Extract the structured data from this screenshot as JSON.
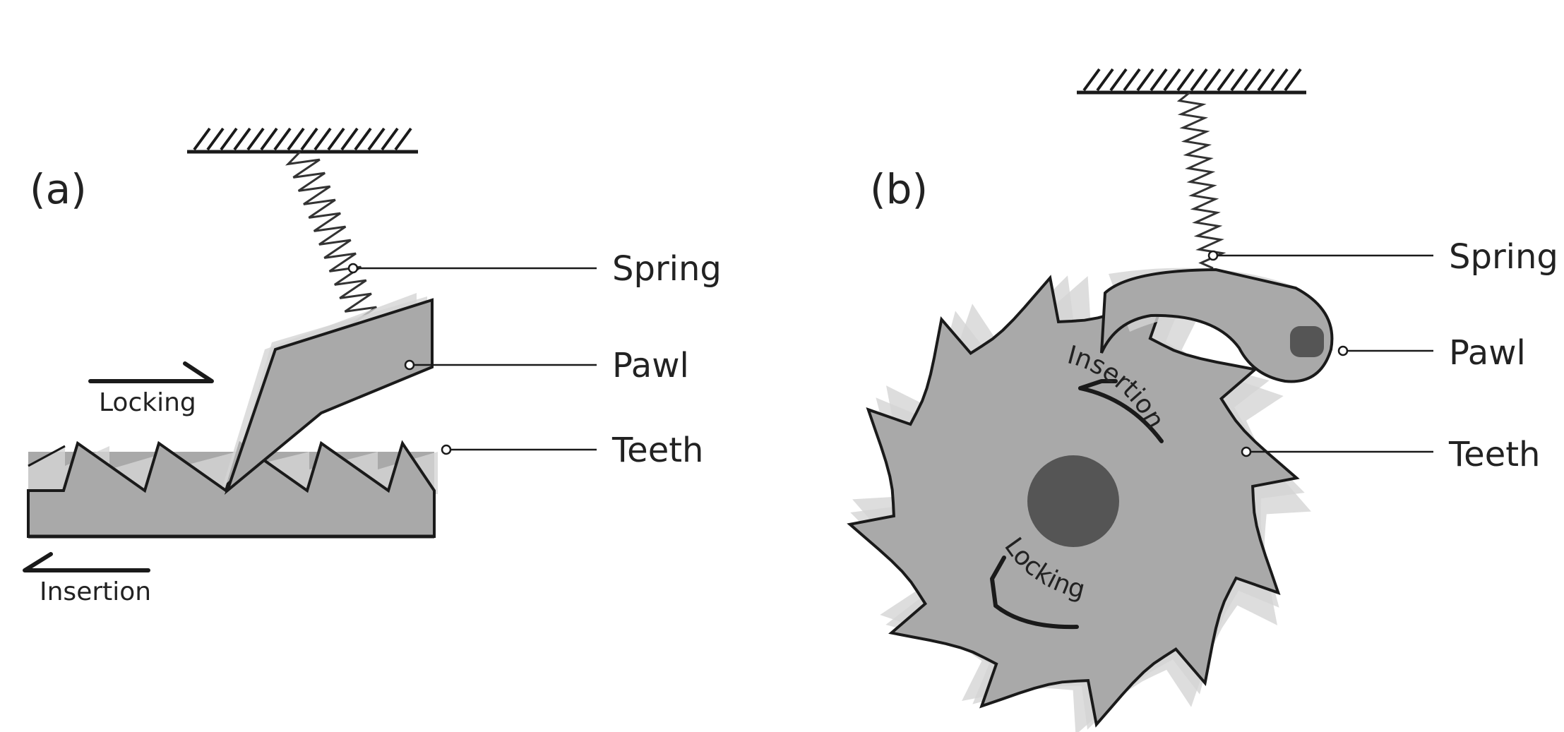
{
  "panel_a": {
    "letter": "(a)",
    "labels": {
      "spring": "Spring",
      "pawl": "Pawl",
      "teeth": "Teeth"
    },
    "arrows": {
      "locking": "Locking",
      "insertion": "Insertion"
    }
  },
  "panel_b": {
    "letter": "(b)",
    "labels": {
      "spring": "Spring",
      "pawl": "Pawl",
      "teeth": "Teeth"
    },
    "arrows": {
      "insertion": "Insertion",
      "locking": "Locking"
    }
  },
  "colors": {
    "part_fill": "#a9a9a9",
    "hub_fill": "#555555",
    "outline": "#1a1a1a"
  }
}
